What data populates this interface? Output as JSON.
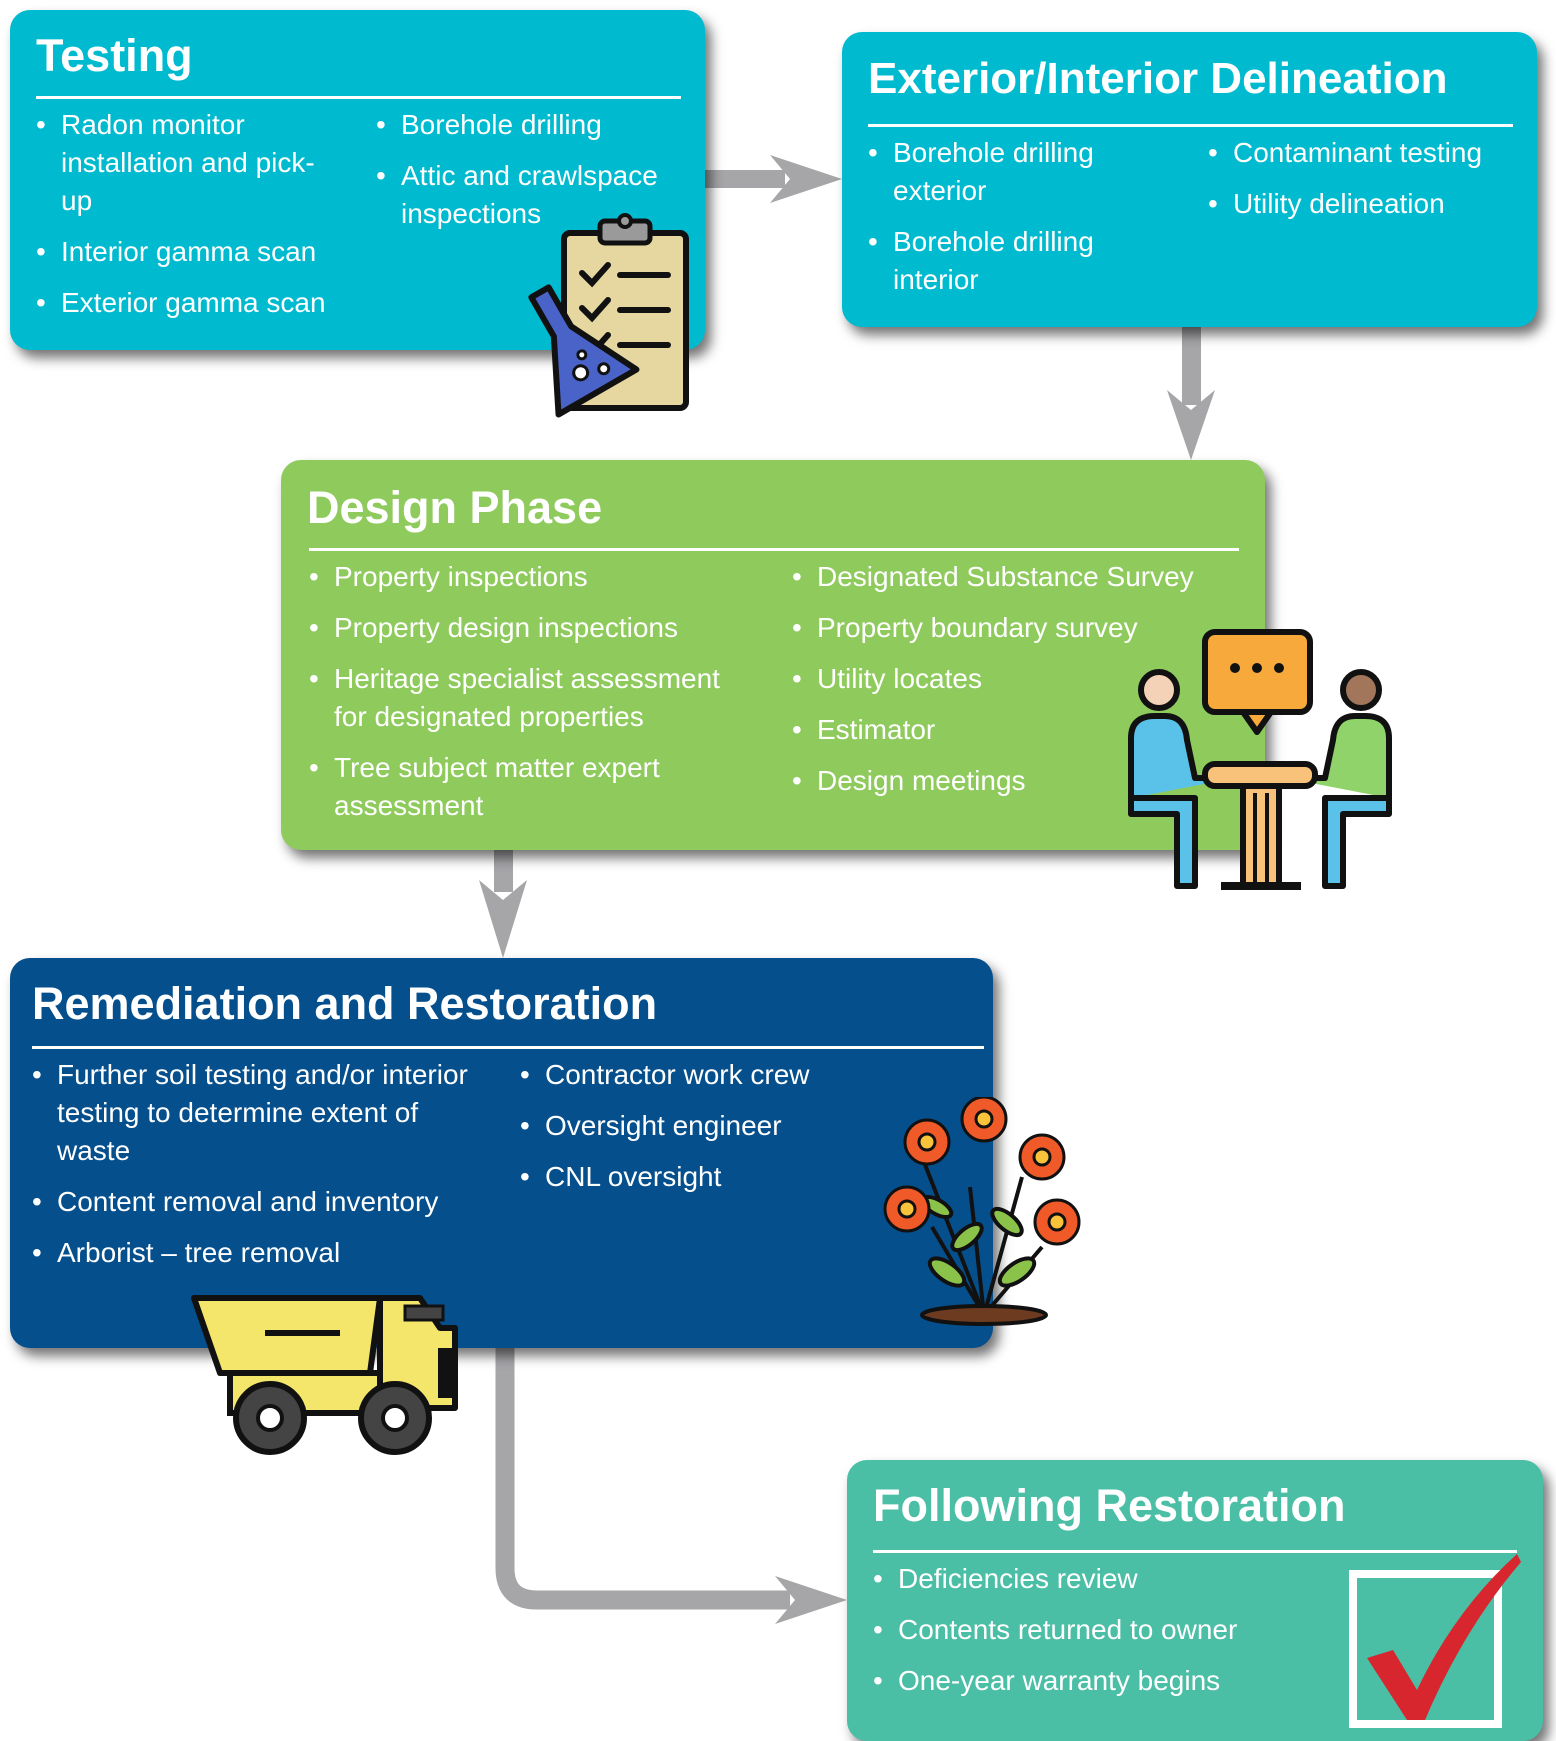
{
  "testing": {
    "title": "Testing",
    "left_items": [
      "Radon monitor installation and pick-up",
      "Interior gamma scan",
      "Exterior gamma scan"
    ],
    "right_items": [
      "Borehole drilling",
      "Attic and crawlspace inspections"
    ],
    "icon": "clipboard-flask-icon"
  },
  "delineation": {
    "title": "Exterior/Interior Delineation",
    "left_items": [
      "Borehole drilling exterior",
      "Borehole drilling interior"
    ],
    "right_items": [
      "Contaminant testing",
      "Utility delineation"
    ]
  },
  "design": {
    "title": "Design Phase",
    "left_items": [
      "Property inspections",
      "Property design inspections",
      "Heritage specialist assessment for designated properties",
      "Tree subject matter expert assessment"
    ],
    "right_items": [
      "Designated Substance Survey",
      "Property boundary survey",
      "Utility locates",
      "Estimator",
      "Design meetings"
    ],
    "icon": "meeting-icon"
  },
  "remediation": {
    "title": "Remediation and Restoration",
    "left_items": [
      "Further soil testing and/or interior testing to determine extent of waste",
      "Content removal and inventory",
      "Arborist – tree removal"
    ],
    "right_items": [
      "Contractor work crew",
      "Oversight engineer",
      "CNL oversight"
    ],
    "icons": [
      "flower-plant-icon",
      "dump-truck-icon"
    ]
  },
  "following": {
    "title": "Following Restoration",
    "items": [
      "Deficiencies review",
      "Contents returned to owner",
      "One-year warranty begins"
    ],
    "icon": "checkmark-box-icon"
  },
  "colors": {
    "testing": "#00bad0",
    "delineation": "#00bad0",
    "design": "#8fca5d",
    "remediation": "#054f8d",
    "following": "#4bbea6",
    "arrow": "#a6a6a9"
  }
}
